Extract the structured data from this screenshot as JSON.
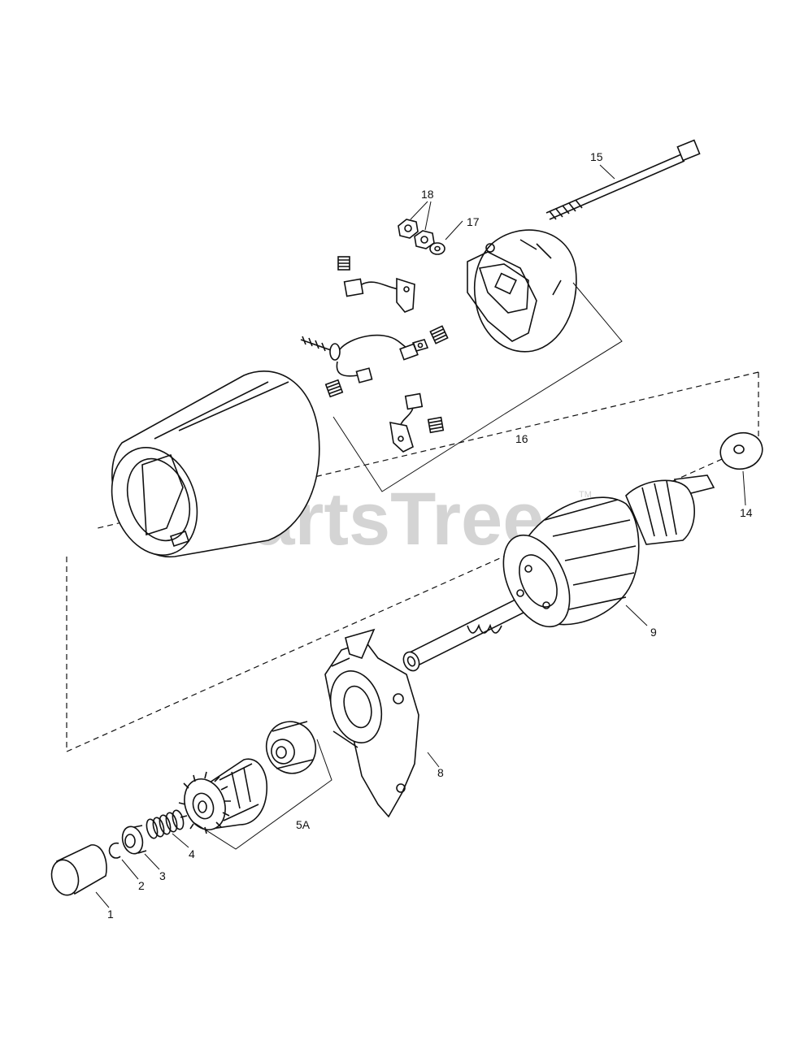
{
  "watermark": {
    "text": "PartsTree",
    "tm": "TM"
  },
  "callouts": [
    {
      "id": "c1",
      "label": "1"
    },
    {
      "id": "c2",
      "label": "2"
    },
    {
      "id": "c3",
      "label": "3"
    },
    {
      "id": "c4",
      "label": "4"
    },
    {
      "id": "c5a",
      "label": "5A"
    },
    {
      "id": "c8",
      "label": "8"
    },
    {
      "id": "c9",
      "label": "9"
    },
    {
      "id": "c14",
      "label": "14"
    },
    {
      "id": "c15",
      "label": "15"
    },
    {
      "id": "c16",
      "label": "16"
    },
    {
      "id": "c17",
      "label": "17"
    },
    {
      "id": "c18",
      "label": "18"
    }
  ]
}
